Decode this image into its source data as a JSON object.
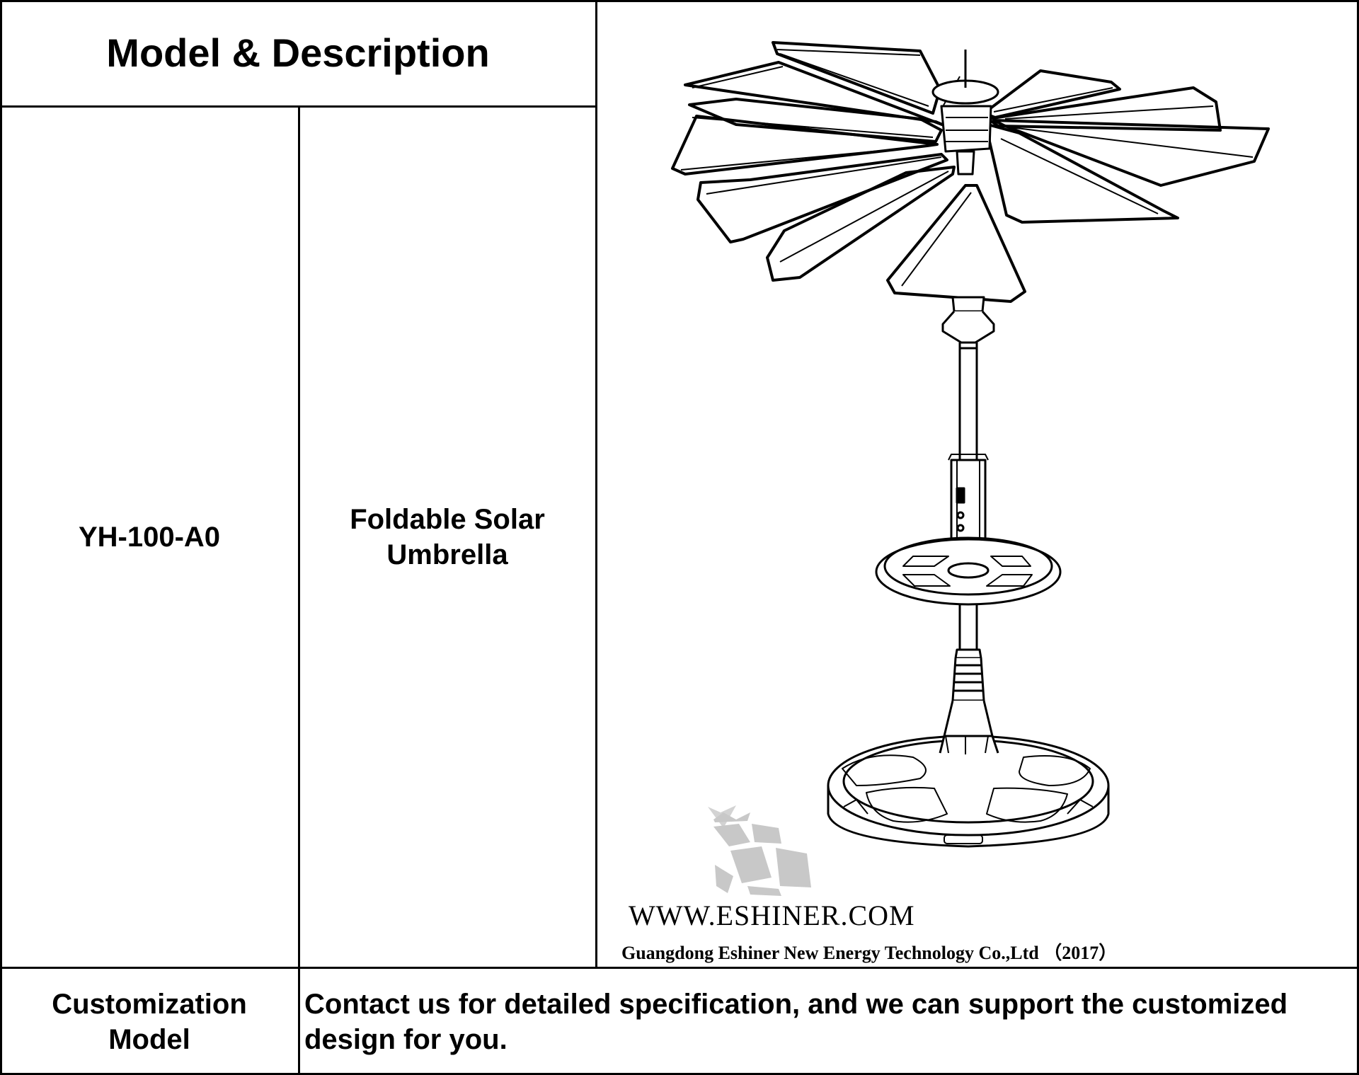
{
  "header": {
    "title": "Model & Description"
  },
  "product": {
    "model": "YH-100-A0",
    "description": "Foldable Solar Umbrella",
    "image": {
      "icon": "solar-umbrella-line-drawing",
      "watermark_text": "Eshiner",
      "url": "WWW.ESHINER.COM",
      "company": "Guangdong Eshiner New Energy Technology Co.,Ltd （2017）"
    }
  },
  "customization": {
    "label": "Customization Model",
    "text": "Contact us for detailed specification, and we can support the customized design for you."
  },
  "colors": {
    "border": "#000000",
    "background": "#ffffff",
    "watermark": "#c8c8c8"
  }
}
